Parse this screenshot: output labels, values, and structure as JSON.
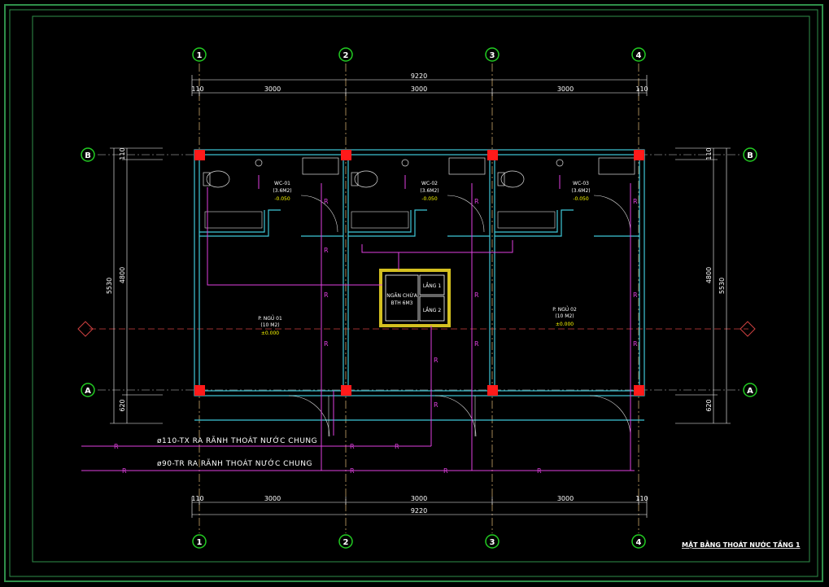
{
  "drawing": {
    "title": "MẶT BẰNG THOÁT NƯỚC TẦNG 1",
    "grid_axes_numbers": [
      "1",
      "2",
      "3",
      "4"
    ],
    "grid_axes_letters": [
      "B",
      "A"
    ],
    "dimensions_top": {
      "overall": "9220",
      "parts": [
        "110",
        "3000",
        "3000",
        "3000",
        "110"
      ]
    },
    "dimensions_bottom": {
      "overall": "9220",
      "parts": [
        "110",
        "3000",
        "3000",
        "3000",
        "110"
      ]
    },
    "dimensions_left": {
      "overall": "5530",
      "parts": [
        "110",
        "4800",
        "620"
      ]
    },
    "dimensions_right": {
      "overall": "5530",
      "parts": [
        "110",
        "4800",
        "620"
      ]
    },
    "rooms": [
      {
        "name": "WC-01",
        "area": "(3.6M2)",
        "level": "-0.050"
      },
      {
        "name": "WC-02",
        "area": "(3.6M2)",
        "level": "-0.050"
      },
      {
        "name": "WC-03",
        "area": "(3.6M2)",
        "level": "-0.050"
      },
      {
        "name": "P. NGỦ 01",
        "area": "(10 M2)",
        "level": "±0.000"
      },
      {
        "name": "P. NGỦ 02",
        "area": "(10 M2)",
        "level": "±0.000"
      }
    ],
    "septic_tank": {
      "label_1": "NGĂN CHỨA",
      "label_2": "BTH 6M3",
      "chamber_1": "LẮNG 1",
      "chamber_2": "LẮNG 2"
    },
    "pipes": [
      {
        "label": "ø110-TX RA RÃNH THOÁT NƯỚC CHUNG"
      },
      {
        "label": "ø90-TR RA RÃNH THOÁT NƯỚC CHUNG"
      }
    ],
    "pipe_marker": "R",
    "colors": {
      "frame": "#2f8f4a",
      "grid_axis": "#c8a46a",
      "wall": "#3fc8d8",
      "column": "#ff1a1a",
      "pipe": "#e040e0",
      "bubble": "#22cc22",
      "dimension": "#ffffff",
      "level": "#ffff00"
    }
  }
}
